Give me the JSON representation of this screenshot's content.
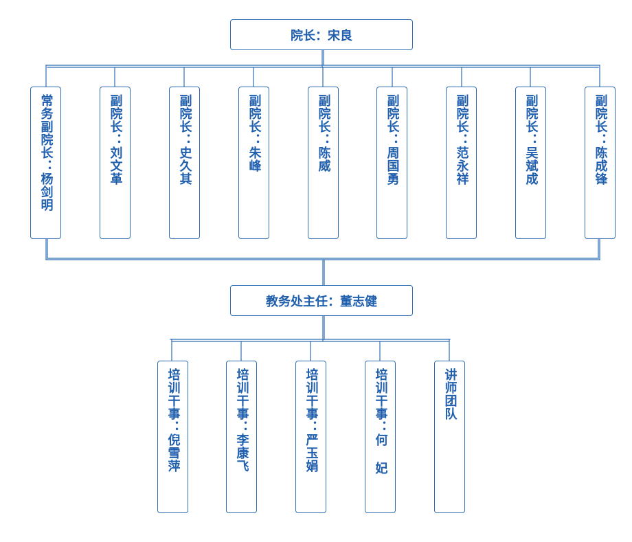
{
  "colors": {
    "border": "#2e6db4",
    "line": "#2e6db4",
    "text": "#1f5fae"
  },
  "dean": {
    "label": "院长：宋良"
  },
  "vice_deans": [
    {
      "label": "常务副院长：杨剑明"
    },
    {
      "label": "副院长：刘文革"
    },
    {
      "label": "副院长：史久其"
    },
    {
      "label": "副院长：朱峰"
    },
    {
      "label": "副院长：陈威"
    },
    {
      "label": "副院长：周国勇"
    },
    {
      "label": "副院长：范永祥"
    },
    {
      "label": "副院长：吴斌成"
    },
    {
      "label": "副院长：陈成锋"
    }
  ],
  "academic_director": {
    "label": "教务处主任：董志健"
  },
  "staff": [
    {
      "label": "培训干事：倪雪萍"
    },
    {
      "label": "培训干事：李康飞"
    },
    {
      "label": "培训干事：严玉娟"
    },
    {
      "label": "培训干事：何 妃"
    },
    {
      "label": "讲师团队"
    }
  ]
}
